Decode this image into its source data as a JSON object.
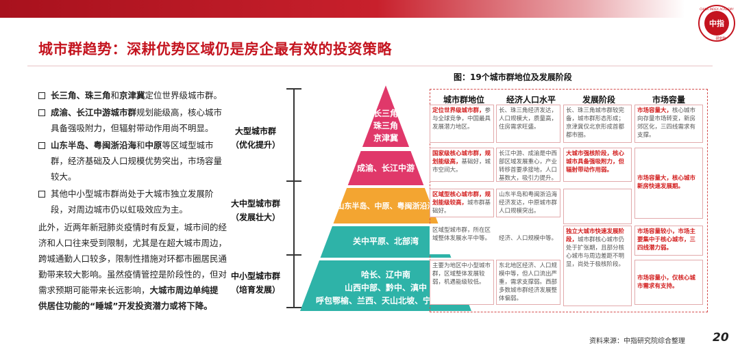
{
  "header": {
    "title": "城市群趋势：深耕优势区域仍是房企最有效的投资策略",
    "logo_text_top": "CHINA INDEX ACADEMY",
    "logo_text_center": "中指",
    "logo_text_bottom": "研究院",
    "brand_color": "#c4141f"
  },
  "left_text": {
    "bullets": [
      {
        "bold": "长三角、珠三角",
        "mid": "和",
        "bold2": "京津冀",
        "rest": "定位世界级城市群。"
      },
      {
        "bold": "成渝、长江中游城市群",
        "mid": "",
        "bold2": "",
        "rest": "规划能级高，核心城市具备强吸附力，但辐射带动作用尚不明显。"
      },
      {
        "bold": "山东半岛、粤闽浙沿海",
        "mid": "和",
        "bold2": "中原",
        "rest": "等区域型城市群，经济基础及人口规模优势突出，市场容量较大。"
      },
      {
        "bold": "",
        "mid": "",
        "bold2": "",
        "rest": "其他中小型城市群尚处于大城市独立发展阶段，对周边城市仍以虹吸效应为主。"
      }
    ],
    "paragraph_normal": "此外，近两年新冠肺炎疫情时有反复，城市间的经济和人口往来受到限制，尤其是在超大城市周边，跨城通勤人口较多，限制性措施对环都市圈居民通勤带来较大影响。虽然疫情管控是阶段性的，但对需求预期可能带来长远影响，",
    "paragraph_bold": "大城市周边单纯提供居住功能的“睡城”开发投资潜力或将下降。"
  },
  "levels": [
    {
      "name": "大型城市群",
      "sub": "（优化提升）"
    },
    {
      "name": "大中型城市群",
      "sub": "（发展壮大）"
    },
    {
      "name": "中小型城市群",
      "sub": "（培育发展）"
    }
  ],
  "pyramid": {
    "tiers": [
      {
        "lines": [
          "长三角",
          "珠三角",
          "京津冀"
        ],
        "color": "#e0386a"
      },
      {
        "lines": [
          "成渝、长江中游"
        ],
        "color": "#e0386a"
      },
      {
        "lines": [
          "山东半岛、中原、粤闽浙沿海"
        ],
        "color": "#f3a531"
      },
      {
        "lines": [
          "关中平原、北部湾"
        ],
        "color": "#2eb3a8"
      },
      {
        "lines": [
          "哈长、辽中南",
          "山西中部、黔中、滇中",
          "呼包鄂榆、兰西、天山北坡、宁夏沿黄"
        ],
        "color": "#2eb3a8"
      }
    ]
  },
  "table": {
    "title": "图：19个城市群地位及发展阶段",
    "headers": [
      "城市群地位",
      "经济人口水平",
      "发展阶段",
      "市场容量"
    ],
    "rows": [
      {
        "cells": [
          {
            "red": "定位世界级城市群，",
            "text": "参与全球竞争，中国最具发展潜力地区。"
          },
          {
            "red": "",
            "text": "长、珠三角经济发达，人口规模大，质量高，住房需求旺盛。"
          },
          {
            "red": "",
            "text": "长、珠三角城市群较完备，城市群形态形成；京津冀仅北京形成首都都市圈。"
          },
          {
            "red": "市场容量大，",
            "text": "核心城市向存量市场转变，新房郊区化，三四线需求有支撑。"
          }
        ]
      },
      {
        "cells": [
          {
            "red": "国家级核心城市群，规划能级高，",
            "text": "基础好，城市空间大。"
          },
          {
            "red": "",
            "text": "长江中游、成渝是中西部区域发展重心，产业转移首要承接地，人口基数大，吸引力提升。"
          },
          {
            "red": "大城市强核阶段，核心城市具备强吸附力，但辐射带动作用弱。",
            "text": ""
          },
          {
            "red": "",
            "text": ""
          }
        ]
      },
      {
        "cells": [
          {
            "red": "区域型核心城市群，规划能级较高，",
            "text": "城市群基础好。"
          },
          {
            "red": "",
            "text": "山东半岛和粤闽浙沿海经济发达，中原城市群人口规模突出。"
          },
          {
            "red": "",
            "text": ""
          },
          {
            "red": "",
            "text": ""
          }
        ]
      },
      {
        "cells": [
          {
            "red": "",
            "text": "区域型城市群，所在区域整体发展水平中等。"
          },
          {
            "red": "",
            "text": "经济、人口规模中等。"
          },
          {
            "red": "独立大城市快速发展阶段，",
            "text": "城市群核心城市仍处于扩张期，且部分核心城市与周边差距不明显，尚处于极核阶段。"
          },
          {
            "red": "市场容量较小，市场主要集中于核心城市，三四线潜力弱。",
            "text": ""
          }
        ]
      },
      {
        "cells": [
          {
            "red": "",
            "text": "主要为地区中小型城市群，区域整体发展较弱，机遇能级较低。"
          },
          {
            "red": "",
            "text": "东北地区经济、人口规模中等，但人口流出严重，需求支撑弱。西部多数城市群经济发展整体偏弱。"
          },
          {
            "red": "",
            "text": ""
          },
          {
            "red": "市场容量小，仅核心城市需求有支持。",
            "text": ""
          }
        ]
      }
    ],
    "merged_market_text": {
      "red": "市场容量大，核心城市新房快速发展期。",
      "text": ""
    }
  },
  "footer": {
    "source": "资料来源：中指研究院综合整理",
    "page": "20"
  }
}
